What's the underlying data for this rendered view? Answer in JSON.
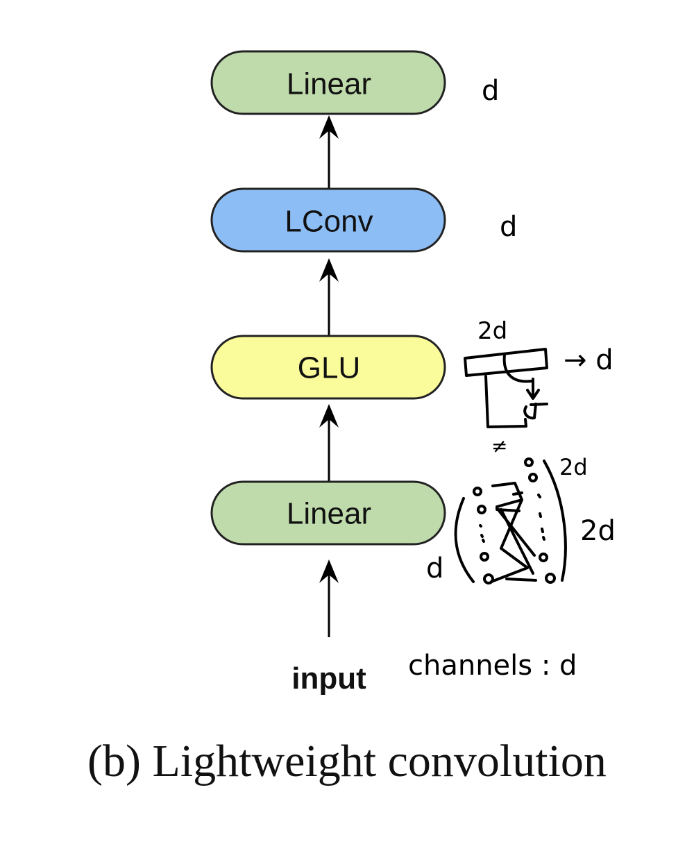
{
  "diagram": {
    "blocks": [
      {
        "id": "linear-top",
        "label": "Linear",
        "color": "#bfdbab",
        "annotation": "d"
      },
      {
        "id": "lconv",
        "label": "LConv",
        "color": "#8dbdf5",
        "annotation": "d"
      },
      {
        "id": "glu",
        "label": "GLU",
        "color": "#fafb9b",
        "annotation": "d"
      },
      {
        "id": "linear-bottom",
        "label": "Linear",
        "color": "#bfdbab",
        "annotation": "2d"
      }
    ],
    "input_label": "input",
    "input_annotation": "channels : d",
    "glu_sketch": {
      "top_label": "2d",
      "output_label": "→ d"
    },
    "linear_sketch": {
      "left_label": "d",
      "top_label": "2d",
      "right_label": "2d"
    },
    "caption": "(b) Lightweight convolution"
  }
}
